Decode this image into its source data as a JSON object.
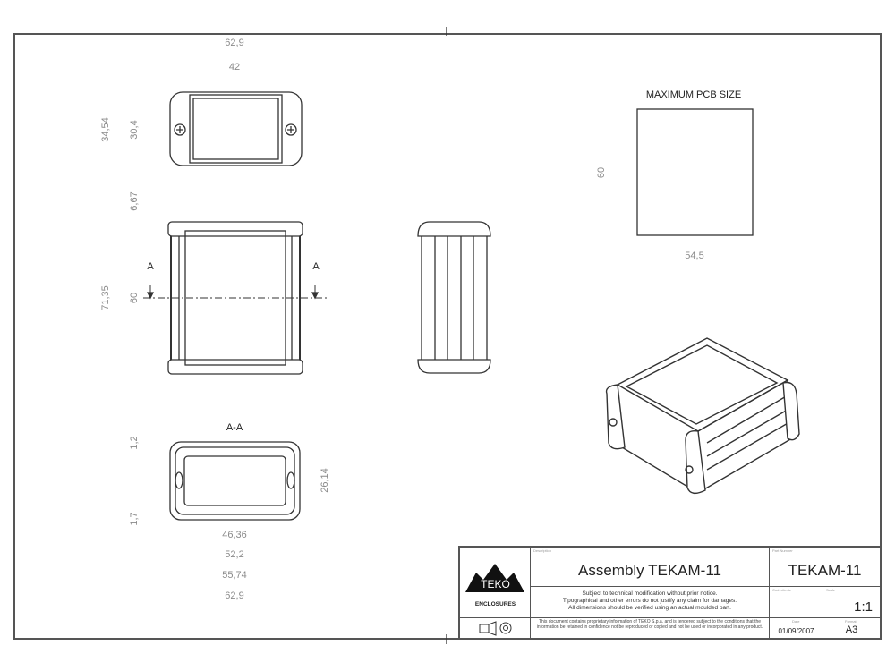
{
  "drawing": {
    "pcb_title": "MAXIMUM PCB SIZE",
    "pcb_height": "60",
    "pcb_width": "54,5",
    "section_marker": "A",
    "section_title": "A-A",
    "dimensions": {
      "top_overall_width": "62,9",
      "top_inner_width": "42",
      "top_overall_height": "34,54",
      "top_inner_height": "30,4",
      "front_offset": "6,67",
      "front_overall_height": "71,35",
      "front_inner_height": "60",
      "section_wall_top": "1,2",
      "section_wall_bottom": "1,7",
      "section_height": "26,14",
      "section_w1": "46,36",
      "section_w2": "52,2",
      "section_w3": "55,74",
      "section_w4": "62,9"
    }
  },
  "title_block": {
    "logo_text": "TEKO",
    "logo_sub": "ENCLOSURES",
    "description_label": "Description",
    "description": "Assembly TEKAM-11",
    "part_number_label": "Part Number",
    "part_number": "TEKAM-11",
    "notes": [
      "Subject to technical modification without prior notice.",
      "Tipographical and other errors do not justify any claim for damages.",
      "All dimensions should be verified using an actual moulded part."
    ],
    "customer_code_label": "Cod. cliente",
    "scale_label": "Scale",
    "scale": "1:1",
    "proprietary": "This document contains proprietary information of TEKO S.p.a. and is tendered subject to the conditions that the information be retained in confidence not be reproduced or copied and not be used or incorporated in any product.",
    "date_label": "Date",
    "date": "01/09/2007",
    "format_label": "Format",
    "format": "A3"
  }
}
